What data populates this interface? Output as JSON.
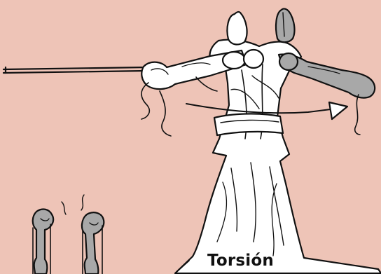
{
  "caption": "Torsión",
  "colors": {
    "background": "#eec4b7",
    "fabric": "#ffffff",
    "shade": "#a8a8a8",
    "ink": "#111111"
  },
  "icons": [
    "linen-tunic",
    "rolling-pin",
    "twist-arrow",
    "small-shirt"
  ]
}
